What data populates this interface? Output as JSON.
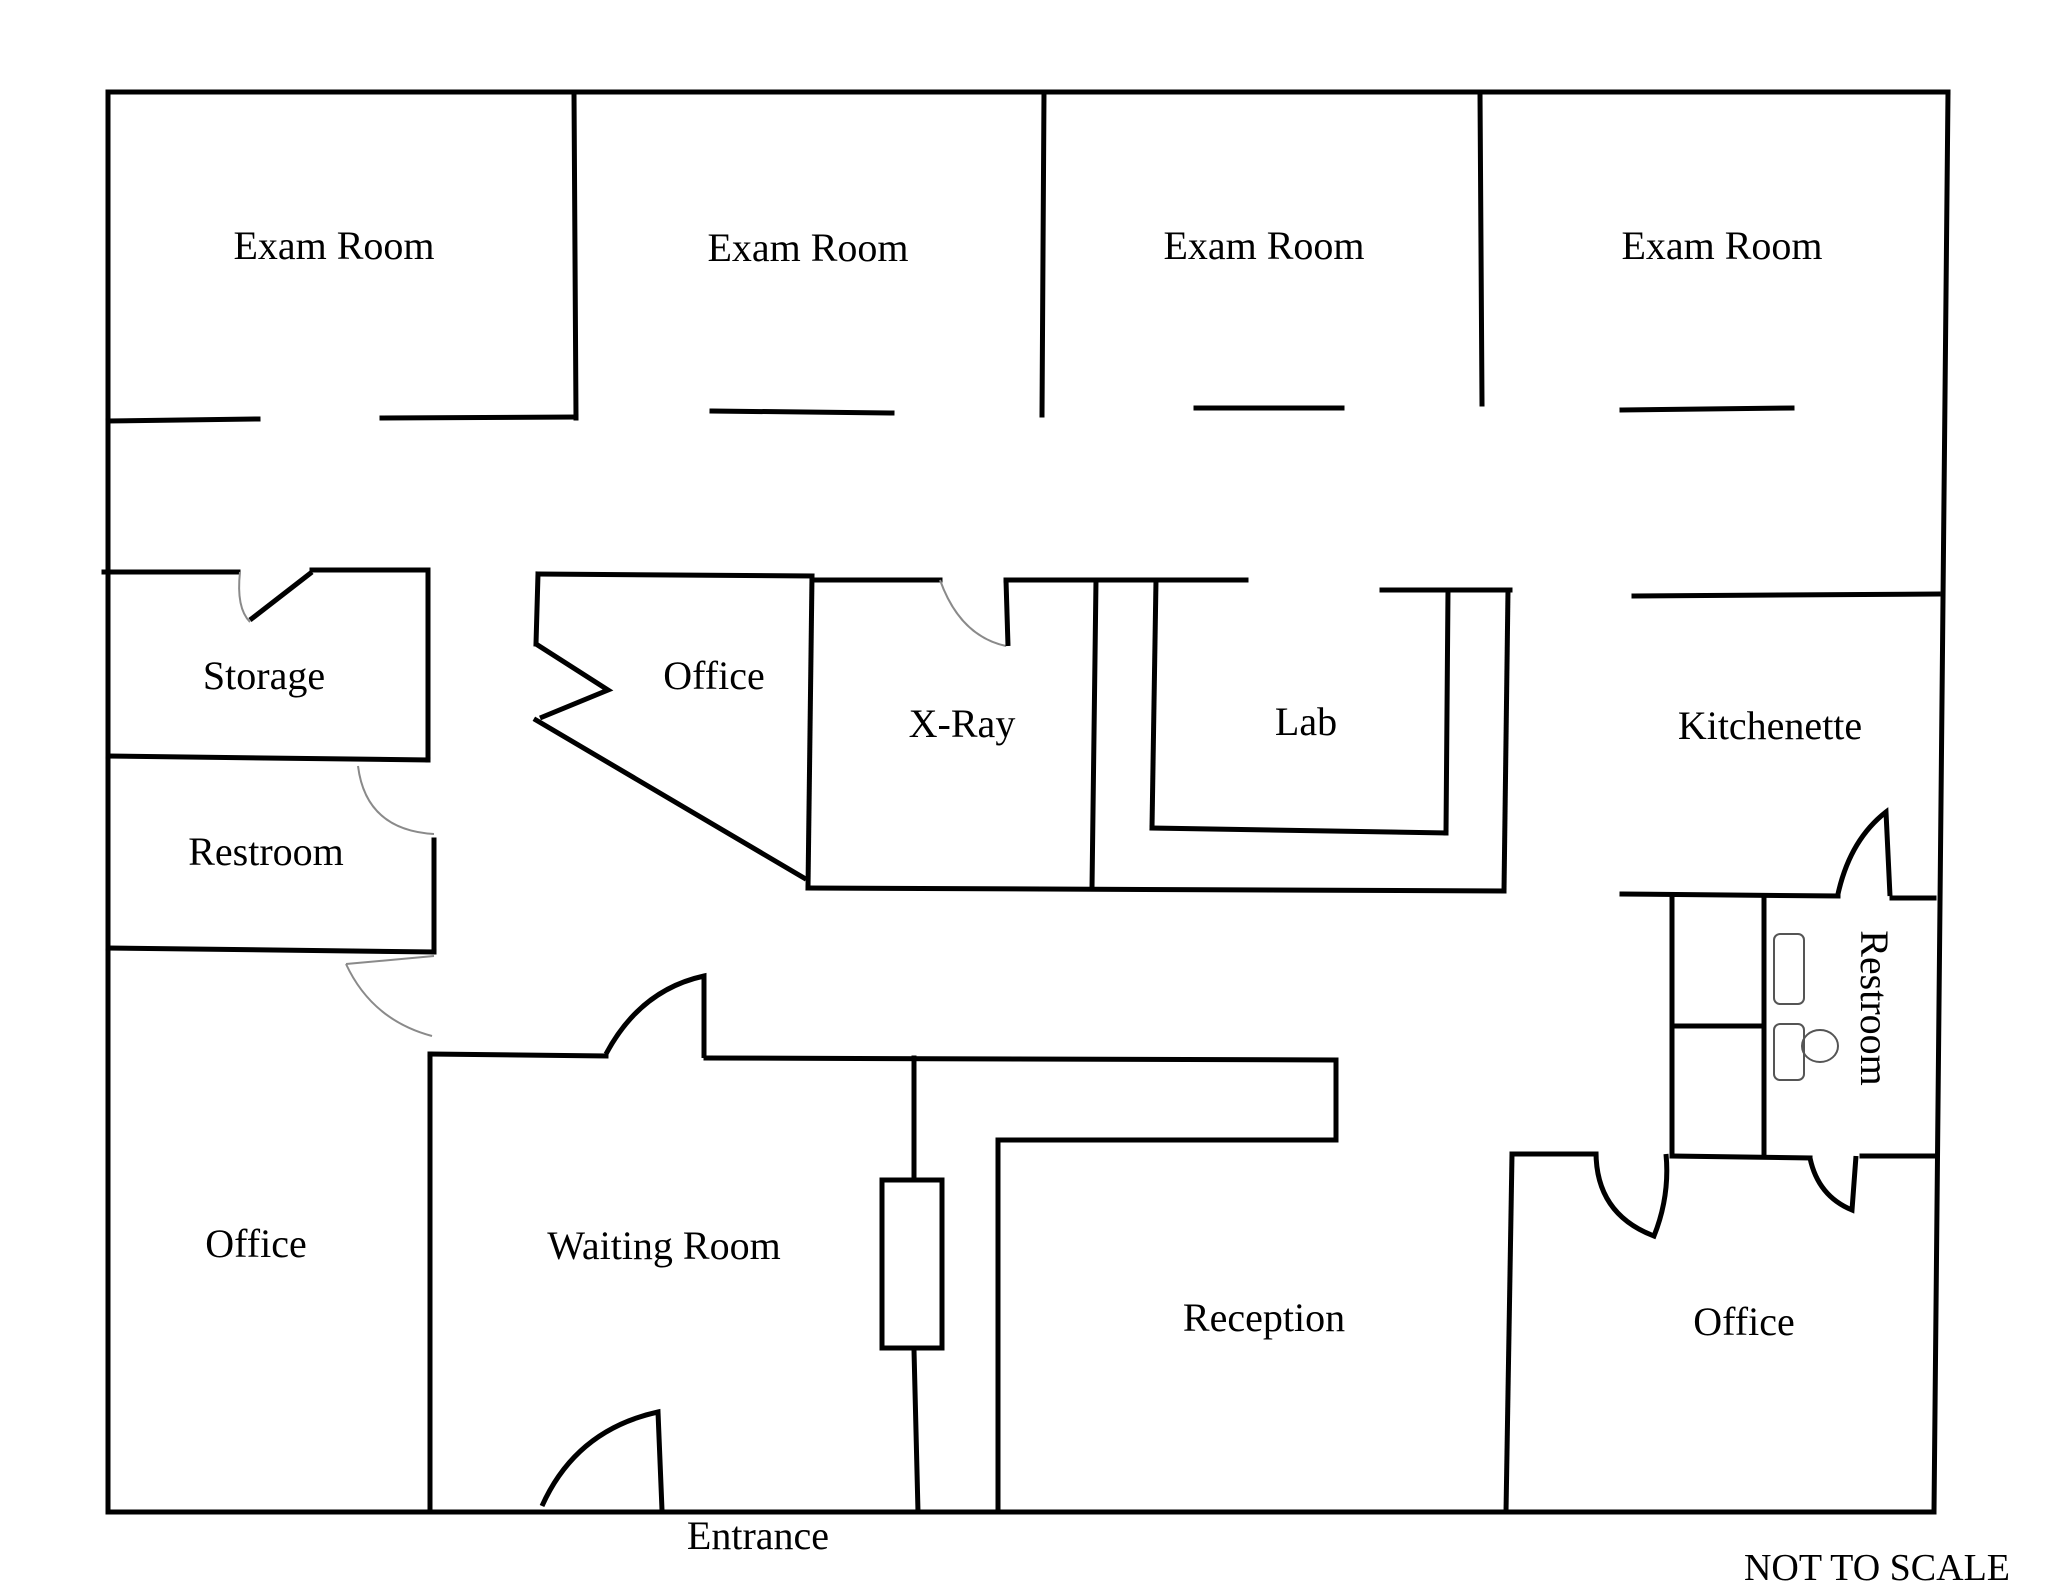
{
  "rooms": {
    "exam_1": "Exam Room",
    "exam_2": "Exam Room",
    "exam_3": "Exam Room",
    "exam_4": "Exam Room",
    "storage": "Storage",
    "office_center": "Office",
    "xray": "X-Ray",
    "lab": "Lab",
    "kitchenette": "Kitchenette",
    "restroom_left": "Restroom",
    "restroom_right": "Restroom",
    "office_left": "Office",
    "waiting_room": "Waiting Room",
    "reception": "Reception",
    "office_right": "Office"
  },
  "labels": {
    "entrance": "Entrance",
    "scale_note": "NOT TO SCALE"
  },
  "colors": {
    "wall": "#000000",
    "door_swing": "#8a8a8a",
    "background": "#ffffff"
  }
}
